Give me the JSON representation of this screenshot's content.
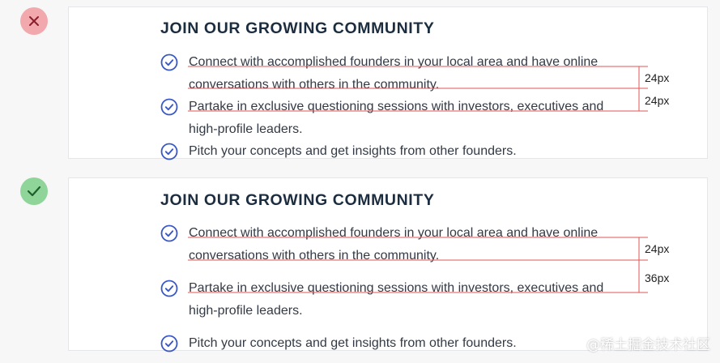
{
  "badges": {
    "bad_icon": "close-icon",
    "good_icon": "checkmark-icon",
    "bad_color": "#f2a9ad",
    "good_color": "#8fd59a"
  },
  "card_bad": {
    "heading": "JOIN OUR GROWING COMMUNITY",
    "items": [
      {
        "text": "Connect with accomplished founders in your local area and have online conversations with others in the community.",
        "icon": "check-circle-icon"
      },
      {
        "text": "Partake in exclusive questioning sessions with investors, executives and high-profile leaders.",
        "icon": "check-circle-icon"
      },
      {
        "text": "Pitch your concepts and get insights from other founders.",
        "icon": "check-circle-icon"
      }
    ]
  },
  "card_good": {
    "heading": "JOIN OUR GROWING COMMUNITY",
    "items": [
      {
        "text": "Connect with accomplished founders in your local area and have online conversations with others in the community.",
        "icon": "check-circle-icon"
      },
      {
        "text": "Partake in exclusive questioning sessions with investors, executives and high-profile leaders.",
        "icon": "check-circle-icon"
      },
      {
        "text": "Pitch your concepts and get insights from other founders.",
        "icon": "check-circle-icon"
      }
    ]
  },
  "measurements": {
    "bad_line_height": "24px",
    "bad_item_gap": "24px",
    "good_line_height": "24px",
    "good_item_gap": "36px"
  },
  "colors": {
    "check_icon": "#3a57c4",
    "measure_line": "#e05656",
    "heading": "#1c2d40"
  },
  "watermark": "@稀土掘金技术社区"
}
